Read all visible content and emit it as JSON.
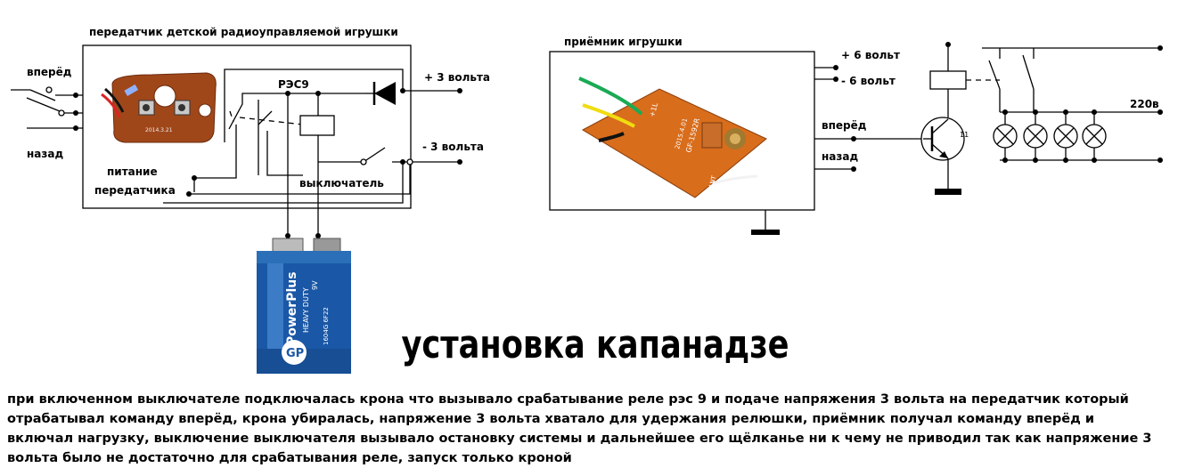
{
  "transmitter": {
    "title": "передатчик детской радиоуправляемой игрушки",
    "forward": "вперёд",
    "back": "назад",
    "relay": "РЭС9",
    "plus3": "+ 3 вольта",
    "minus3": "- 3 вольта",
    "power_line1": "питание",
    "power_line2": "передатчика",
    "switch": "выключатель"
  },
  "receiver": {
    "title": "приёмник игрушки",
    "plus6": "+ 6 вольт",
    "minus6": "- 6 вольт",
    "forward": "вперёд",
    "back": "назад",
    "board_top": "+1L",
    "board_mid": "GF-1592R",
    "board_date": "2015.4.01",
    "board_ant": "ANT"
  },
  "load": {
    "voltage": "220в"
  },
  "battery": {
    "brand": "GP",
    "line": "PowerPlus",
    "duty": "HEAVY DUTY",
    "volt": "9V",
    "code": "1604G 6F22"
  },
  "transmitter_board": {
    "marking": "2014.3.21"
  },
  "headline": "установка капанадзе",
  "description": "при включенном выключателе подключалась крона что вызывало срабатывание реле рэс 9 и подаче напряжения 3 вольта на передатчик который отрабатывал команду вперёд, крона убиралась, напряжение 3 вольта хватало для удержания релюшки, приёмник получал команду вперёд и включал нагрузку, выключение выключателя вызывало остановку системы и дальнейшее его щёлканье ни к чему не приводил так как напряжение 3 вольта было не достаточно для срабатывания реле, запуск только кроной"
}
